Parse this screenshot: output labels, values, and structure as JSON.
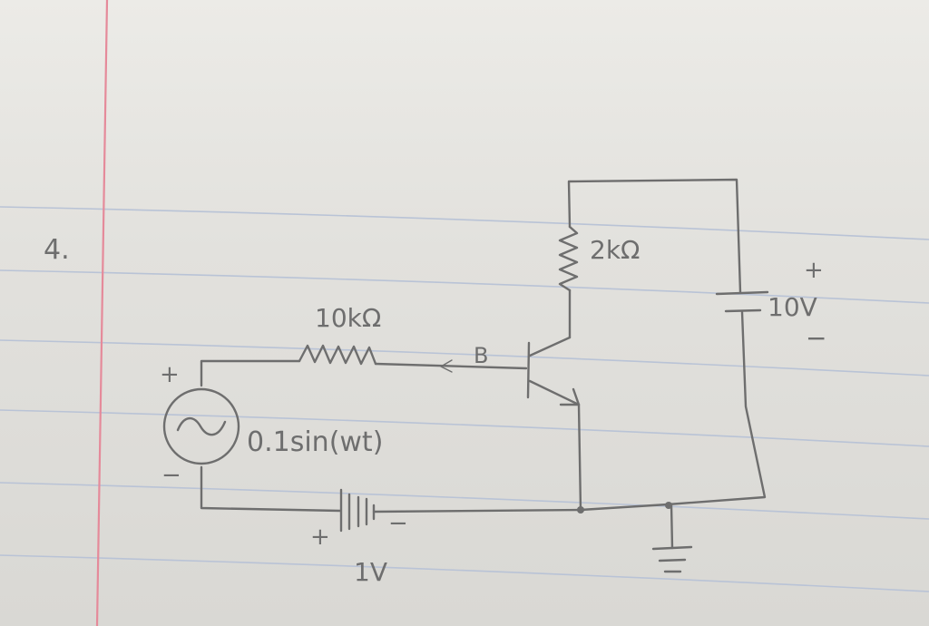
{
  "problem_number": "4.",
  "labels": {
    "r_base": "10kΩ",
    "r_collector": "2kΩ",
    "v_source": "0.1sin(wt)",
    "v_source_plus": "+",
    "v_source_minus": "−",
    "v_bias": "1V",
    "v_bias_plus": "+",
    "v_bias_minus": "−",
    "v_supply": "10V",
    "v_supply_plus": "+",
    "v_supply_minus": "−",
    "node_base": "B"
  },
  "colors": {
    "paper": "#e6e5e1",
    "rule_line": "#b9c3d6",
    "margin_line": "#e58a9a",
    "ink": "#6e6e6e"
  }
}
